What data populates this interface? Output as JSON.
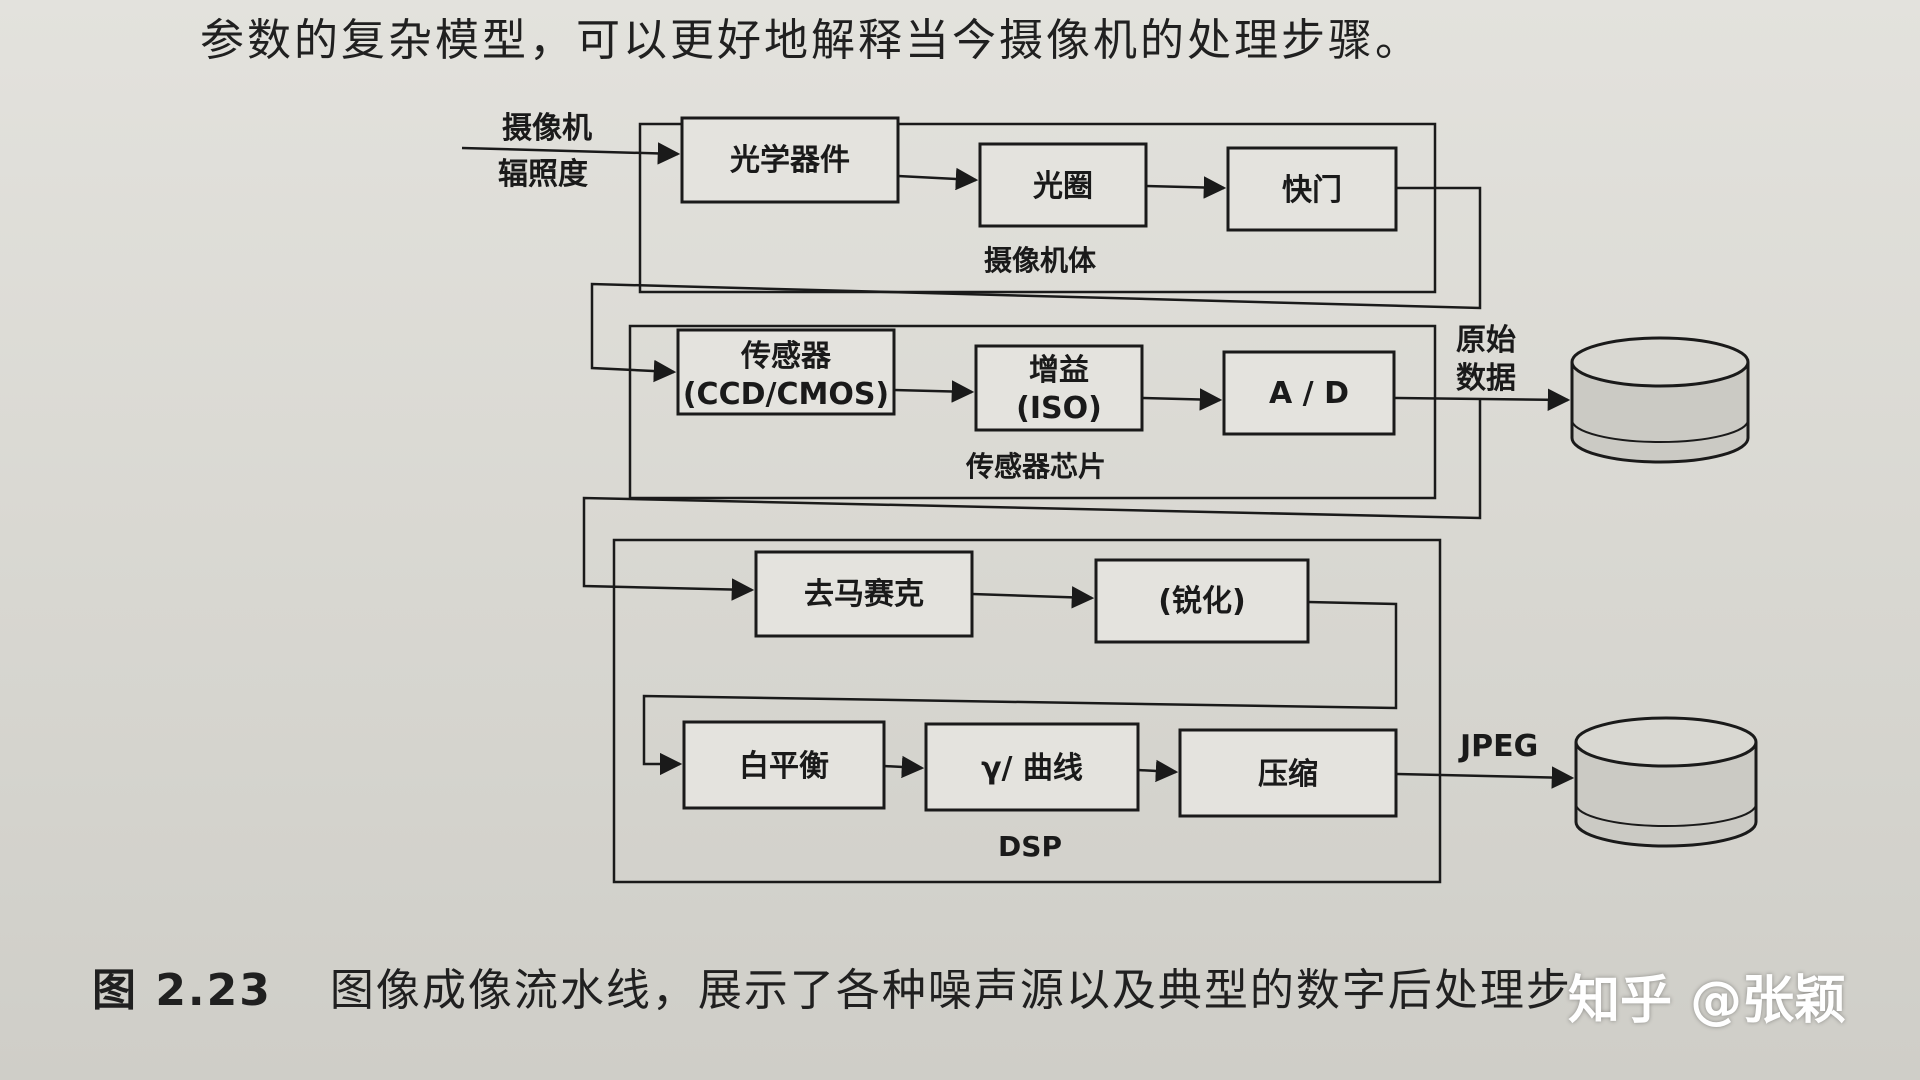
{
  "intro_text": "参数的复杂模型，可以更好地解释当今摄像机的处理步骤。",
  "input_label": {
    "line1": "摄像机",
    "line2": "辐照度"
  },
  "groups": {
    "camera_body": "摄像机体",
    "sensor_chip": "传感器芯片",
    "dsp": "DSP"
  },
  "stages": {
    "optics": "光学器件",
    "aperture": "光圈",
    "shutter": "快门",
    "sensor": {
      "line1": "传感器",
      "line2": "(CCD/CMOS)"
    },
    "gain": {
      "line1": "增益",
      "line2": "(ISO)"
    },
    "ad": "A / D",
    "demosaic": "去马赛克",
    "sharpen": "(锐化)",
    "white_balance": "白平衡",
    "gamma": "γ/ 曲线",
    "compress": "压缩"
  },
  "outputs": {
    "raw": {
      "line1": "原始",
      "line2": "数据"
    },
    "jpeg": "JPEG"
  },
  "caption": {
    "number": "图 2.23",
    "text": "图像成像流水线，展示了各种噪声源以及典型的数字后处理步"
  },
  "watermark": "知乎 @张颖"
}
